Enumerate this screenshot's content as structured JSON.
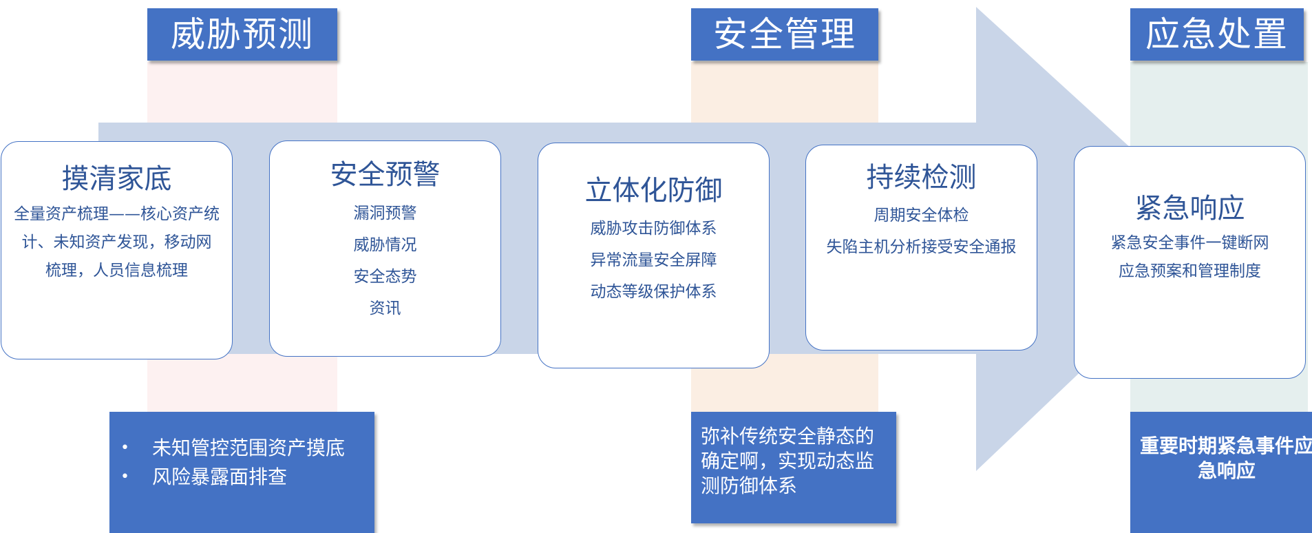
{
  "colors": {
    "accent": "#4472c4",
    "arrow": "#c9d5e8",
    "card_text": "#2f5597",
    "stripe_threat": "#fdf1f1",
    "stripe_security": "#fbeee3",
    "stripe_emergency": "#e5efee"
  },
  "phases": {
    "threat": {
      "label": "威胁预测",
      "notes": [
        "未知管控范围资产摸底",
        "风险暴露面排查"
      ]
    },
    "security": {
      "label": "安全管理",
      "note": "弥补传统安全静态的确定啊，实现动态监测防御体系"
    },
    "emergency": {
      "label": "应急处置",
      "note": "重要时期紧急事件应急响应"
    }
  },
  "cards": [
    {
      "title": "摸清家底",
      "lines": [
        "全量资产梳理——核心资产统",
        "计、未知资产发现，移动网",
        "梳理，人员信息梳理"
      ]
    },
    {
      "title": "安全预警",
      "lines": [
        "漏洞预警",
        "威胁情况",
        "安全态势",
        "资讯"
      ]
    },
    {
      "title": "立体化防御",
      "lines": [
        "威胁攻击防御体系",
        "异常流量安全屏障",
        "动态等级保护体系"
      ]
    },
    {
      "title": "持续检测",
      "lines": [
        "周期安全体检",
        "失陷主机分析接受安全通报"
      ]
    },
    {
      "title": "紧急响应",
      "lines": [
        "紧急安全事件一键断网",
        "应急预案和管理制度"
      ]
    }
  ]
}
